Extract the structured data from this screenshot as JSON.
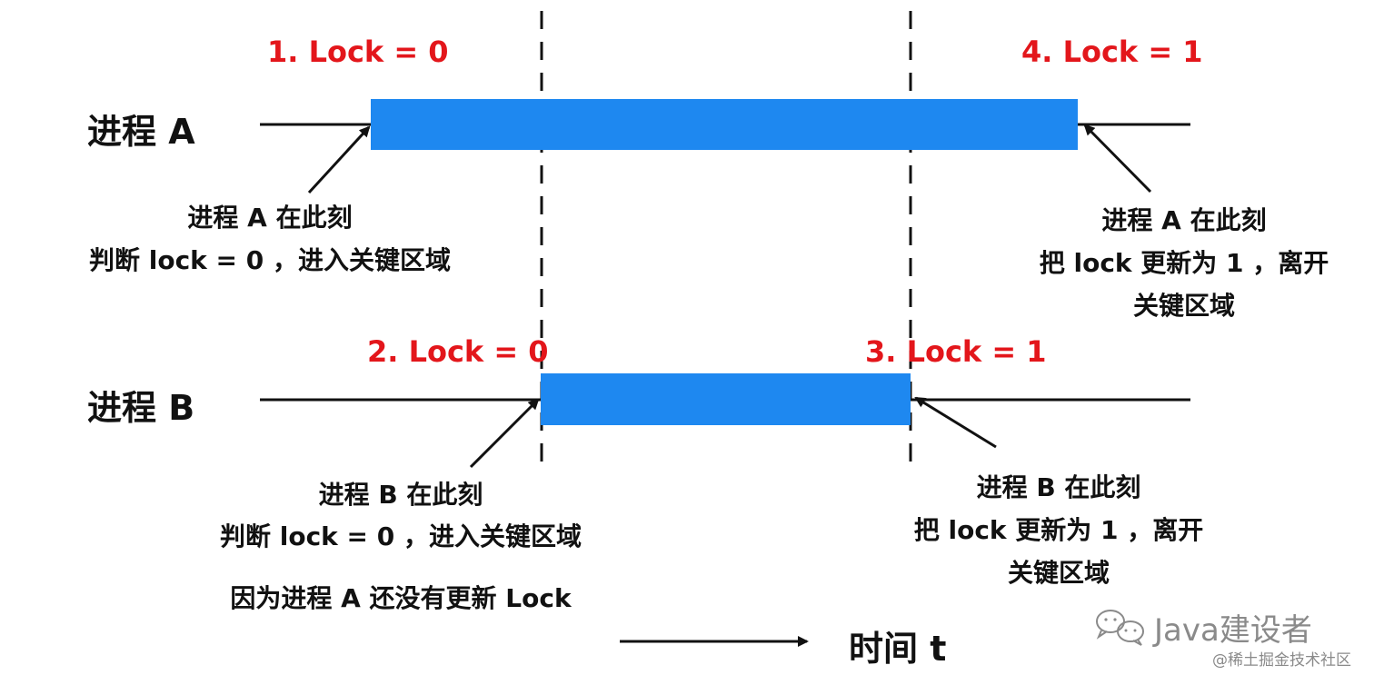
{
  "colors": {
    "bar": "#1e88f0",
    "highlight": "#e3161b",
    "text": "#111111",
    "line": "#111111",
    "watermark": "#8a8a8a"
  },
  "processes": {
    "a": {
      "label": "进程 A"
    },
    "b": {
      "label": "进程 B"
    }
  },
  "events": {
    "e1": "1. Lock = 0",
    "e2": "2. Lock = 0",
    "e3": "3. Lock = 1",
    "e4": "4. Lock = 1"
  },
  "notes": {
    "a_enter": [
      "进程 A 在此刻",
      "判断 lock = 0 ，进入关键区域"
    ],
    "a_leave": [
      "进程 A 在此刻",
      "把 lock 更新为 1 ，离开",
      "关键区域"
    ],
    "b_enter": [
      "进程 B 在此刻",
      "判断 lock = 0 ，进入关键区域",
      "因为进程 A 还没有更新 Lock"
    ],
    "b_leave": [
      "进程 B 在此刻",
      "把 lock 更新为 1 ，离开",
      "关键区域"
    ]
  },
  "time_axis": {
    "label": "时间 t"
  },
  "watermark": {
    "channel": "Java建设者",
    "source": "@稀土掘金技术社区",
    "icon": "wechat-icon"
  }
}
